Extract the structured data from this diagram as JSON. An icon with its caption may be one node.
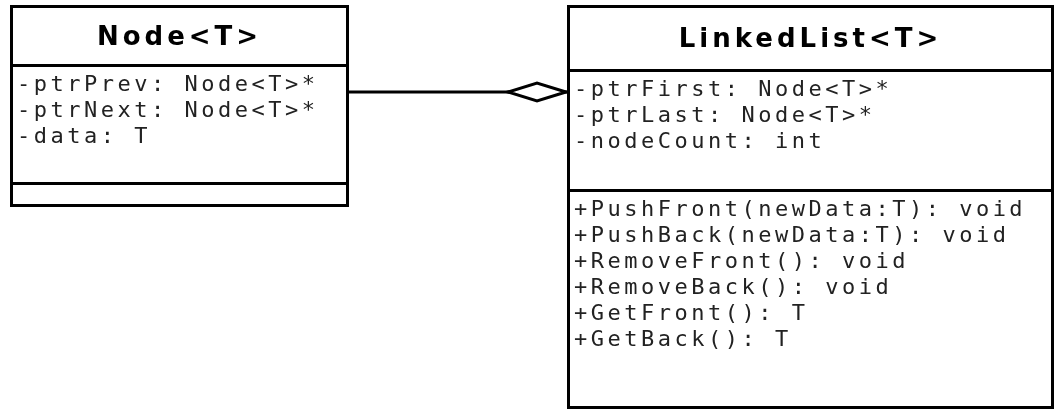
{
  "diagram": {
    "nodes": [
      {
        "text": [
          "Node<T>"
        ]
      },
      {
        "text": [
          "-ptrPrev: Node<T>*",
          "-ptrNext: Node<T>*",
          "-data: T"
        ],
        "in": 0
      },
      {
        "text": [],
        "shape": "box",
        "in": 0
      },
      {
        "text": [
          "LinkedList<T>"
        ]
      },
      {
        "text": [
          "-ptrFirst: Node<T>*",
          "-ptrLast: Node<T>*",
          "-nodeCount: int"
        ],
        "in": 3
      },
      {
        "text": [
          "+PushFront(newData:T): void",
          "+PushBack(newData:T): void",
          "+RemoveFront(): void",
          "+RemoveBack(): void",
          "+GetFront(): T",
          "+GetBack(): T"
        ],
        "in": 3
      }
    ],
    "edges": [
      {
        "from": 0,
        "to": 3,
        "arrow": "other"
      }
    ]
  }
}
